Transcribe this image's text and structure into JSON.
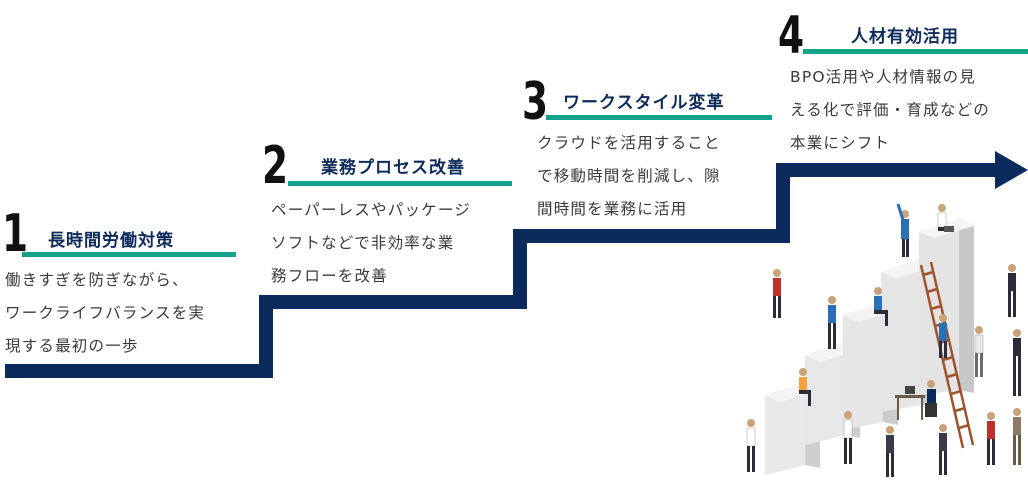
{
  "colors": {
    "stair": "#0d2a5c",
    "accent": "#13a38b",
    "title": "#0d2a5c"
  },
  "steps": [
    {
      "number": "1",
      "title": "長時間労働対策",
      "lines": [
        "働きすぎを防ぎながら、",
        "ワークライフバランスを実",
        "現する最初の一歩"
      ]
    },
    {
      "number": "2",
      "title": "業務プロセス改善",
      "lines": [
        "ペーパーレスやパッケージ",
        "ソフトなどで非効率な業",
        "務フローを改善"
      ]
    },
    {
      "number": "3",
      "title": "ワークスタイル変革",
      "lines": [
        "クラウドを活用すること",
        "で移動時間を削減し、隙",
        "間時間を業務に活用"
      ]
    },
    {
      "number": "4",
      "title": "人材有効活用",
      "lines": [
        "BPO活用や人材情報の見",
        "える化で評価・育成などの",
        "本業にシフト"
      ]
    }
  ],
  "illustration": "business-people-climbing-blocks"
}
